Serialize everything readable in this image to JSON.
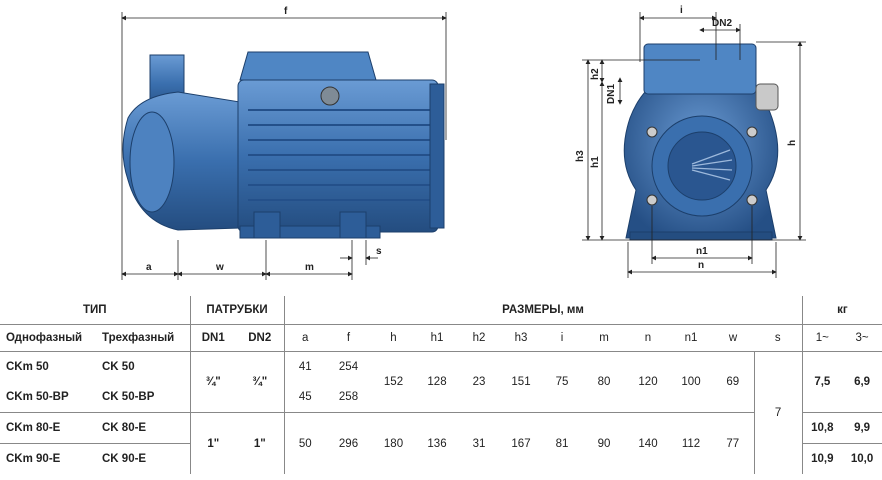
{
  "drawing": {
    "side_labels": {
      "f": "f",
      "a": "a",
      "w": "w",
      "m": "m",
      "s": "s"
    },
    "front_labels": {
      "i": "i",
      "dn2": "DN2",
      "dn1": "DN1",
      "h2": "h2",
      "h3": "h3",
      "h1": "h1",
      "h": "h",
      "n1": "n1",
      "n": "n"
    },
    "pump_color": "#3a6fae"
  },
  "table": {
    "group_headers": {
      "type": "ТИП",
      "ports": "ПАТРУБКИ",
      "dims": "РАЗМЕРЫ, мм",
      "weight": "кг"
    },
    "sub_headers": {
      "single": "Однофазный",
      "three": "Трехфазный",
      "dn1": "DN1",
      "dn2": "DN2",
      "a": "a",
      "f": "f",
      "h": "h",
      "h1": "h1",
      "h2": "h2",
      "h3": "h3",
      "i": "i",
      "m": "m",
      "n": "n",
      "n1": "n1",
      "w": "w",
      "s": "s",
      "kg1": "1~",
      "kg3": "3~"
    },
    "rows": [
      {
        "single": "CKm 50",
        "three": "CK 50",
        "a": "41",
        "f": "254"
      },
      {
        "single": "CKm 50-BP",
        "three": "CK 50-BP",
        "a": "45",
        "f": "258"
      },
      {
        "single": "CKm 80-E",
        "three": "CK 80-E"
      },
      {
        "single": "CKm 90-E",
        "three": "CK 90-E",
        "kg1": "10,9",
        "kg3": "10,0"
      }
    ],
    "group_small": {
      "dn1": "¾\"",
      "dn2": "¾\"",
      "h": "152",
      "h1": "128",
      "h2": "23",
      "h3": "151",
      "i": "75",
      "m": "80",
      "n": "120",
      "n1": "100",
      "w": "69",
      "kg1": "7,5",
      "kg3": "6,9"
    },
    "group_large": {
      "dn1": "1\"",
      "dn2": "1\"",
      "a": "50",
      "f": "296",
      "h": "180",
      "h1": "136",
      "h2": "31",
      "h3": "167",
      "i": "81",
      "m": "90",
      "n": "140",
      "n1": "112",
      "w": "77",
      "kg1": "10,8",
      "kg3": "9,9"
    },
    "s_value": "7"
  }
}
